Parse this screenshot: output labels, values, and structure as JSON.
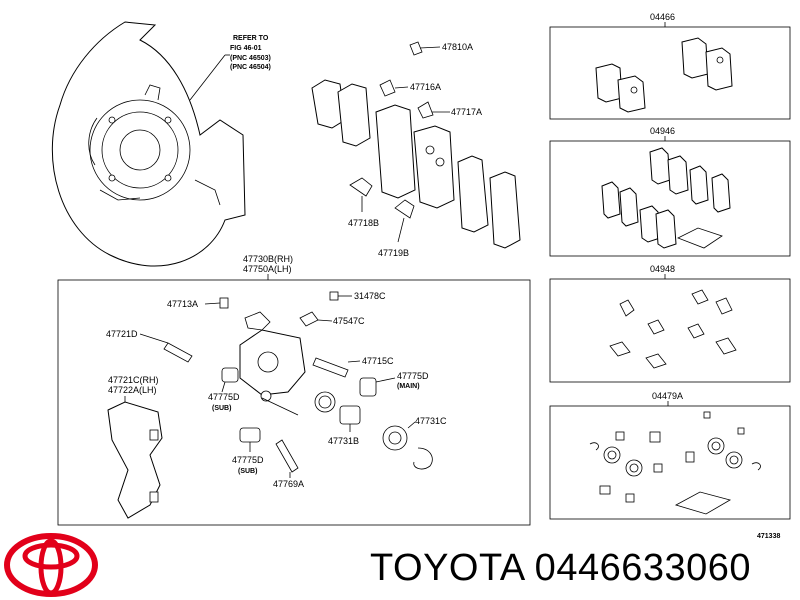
{
  "brand_text": "TOYOTA 0446633060",
  "diagram_id": "471338",
  "refer_note": [
    "REFER TO",
    "FIG 46-01",
    "(PNC 46503)",
    "(PNC 46504)"
  ],
  "caliper_header": [
    "47730B(RH)",
    "47750A(LH)"
  ],
  "labels": {
    "p47810A": "47810A",
    "p47716A": "47716A",
    "p47717A": "47717A",
    "p47718B": "47718B",
    "p47719B": "47719B",
    "p47713A": "47713A",
    "p31478C": "31478C",
    "p47547C": "47547C",
    "p47721D": "47721D",
    "p47715C": "47715C",
    "p47775D_main": "47775D",
    "main_note": "(MAIN)",
    "p47775D_sub1": "47775D",
    "sub_note1": "(SUB)",
    "p47721C": "47721C(RH)",
    "p47722A": "47722A(LH)",
    "p47731C": "47731C",
    "p47731B": "47731B",
    "p47775D_sub2": "47775D",
    "sub_note2": "(SUB)",
    "p47769A": "47769A"
  },
  "kits": [
    {
      "label": "04466"
    },
    {
      "label": "04946"
    },
    {
      "label": "04948"
    },
    {
      "label": "04479A"
    }
  ],
  "colors": {
    "logo_red": "#e2001a",
    "line": "#000000"
  }
}
